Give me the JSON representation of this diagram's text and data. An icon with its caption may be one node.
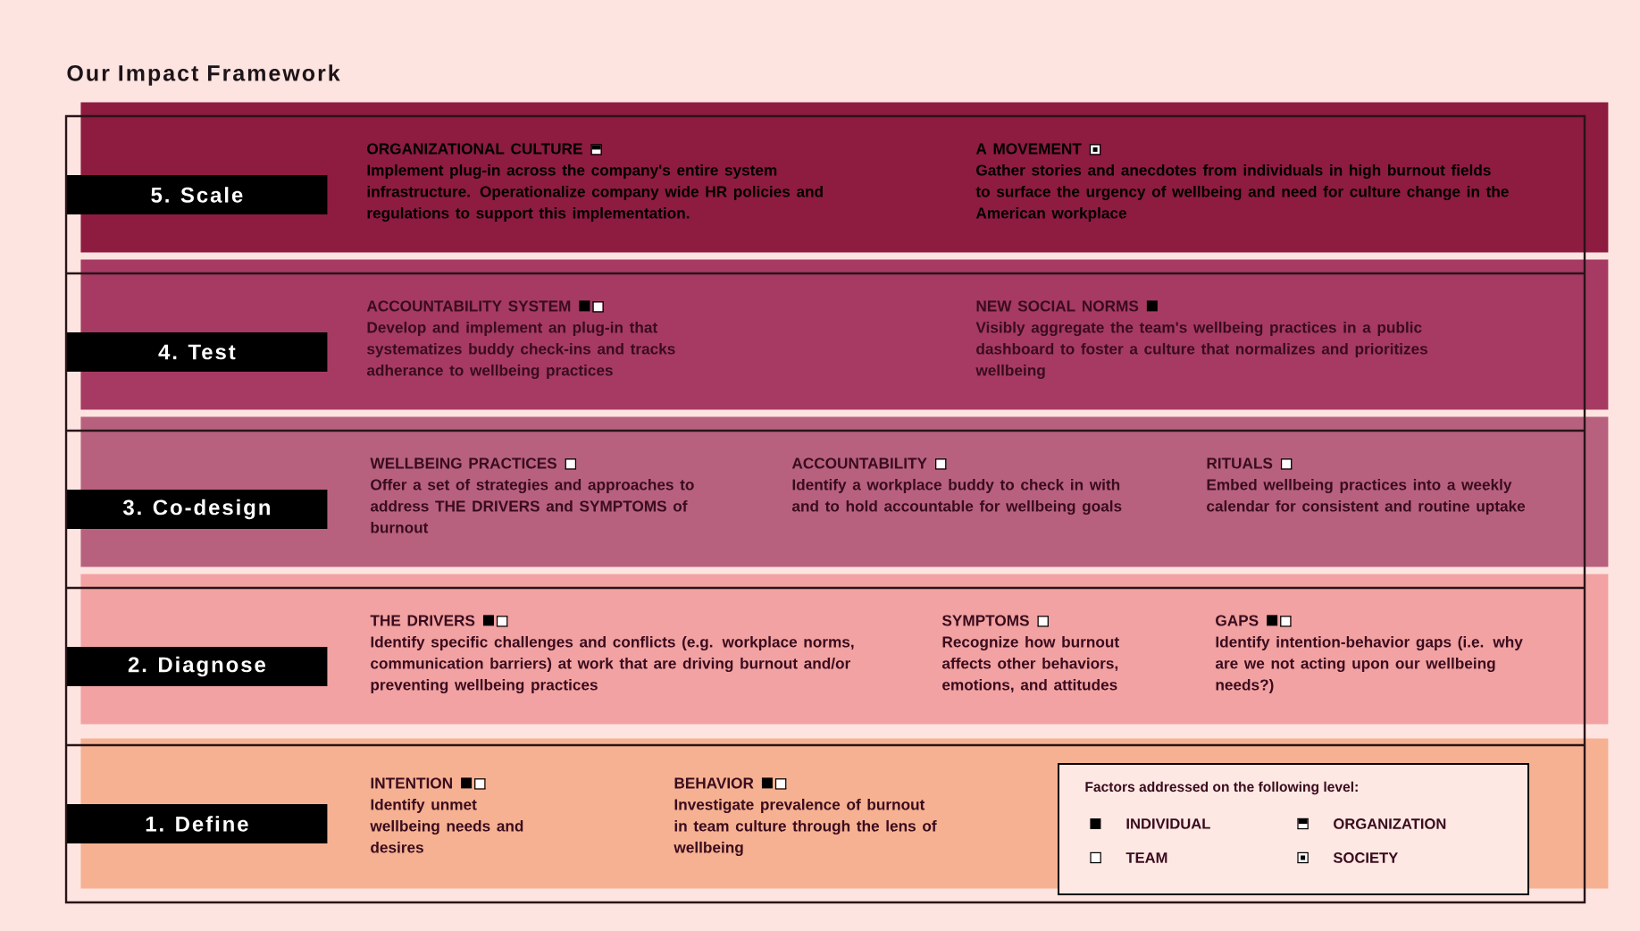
{
  "diagram": {
    "title": "Our Impact Framework",
    "nodes": [
      {
        "text": [
          "5. Scale"
        ]
      },
      {
        "text": [
          "ORGANIZATIONAL CULTURE",
          "Implement plug-in across the company's entire system infrastructure. Operationalize company wide HR policies and regulations to support this implementation."
        ],
        "in": 0
      },
      {
        "text": [
          "A MOVEMENT",
          "Gather stories and anecdotes from individuals in high burnout fields to surface the urgency of wellbeing and need for culture change in the American workplace"
        ],
        "in": 0
      },
      {
        "text": [
          "4. Test"
        ]
      },
      {
        "text": [
          "ACCOUNTABILITY SYSTEM",
          "Develop and implement an plug-in that systematizes buddy check-ins and tracks adherance to wellbeing practices"
        ],
        "in": 3
      },
      {
        "text": [
          "NEW SOCIAL NORMS",
          "Visibly aggregate the team's wellbeing practices in a public dashboard to foster a culture that normalizes and prioritizes wellbeing"
        ],
        "in": 3
      },
      {
        "text": [
          "3. Co-design"
        ]
      },
      {
        "text": [
          "WELLBEING PRACTICES",
          "Offer a set of strategies and approaches to address THE DRIVERS and SYMPTOMS of burnout"
        ],
        "in": 6
      },
      {
        "text": [
          "ACCOUNTABILITY",
          "Identify a workplace buddy to check in with and to hold accountable for wellbeing goals"
        ],
        "in": 6
      },
      {
        "text": [
          "RITUALS",
          "Embed wellbeing practices into a weekly calendar for consistent and routine uptake"
        ],
        "in": 6
      },
      {
        "text": [
          "2. Diagnose"
        ]
      },
      {
        "text": [
          "THE DRIVERS",
          "Identify specific challenges and conflicts (e.g. workplace norms, communication barriers) at work that are driving burnout and/or preventing wellbeing practices"
        ],
        "in": 10
      },
      {
        "text": [
          "SYMPTOMS",
          "Recognize how burnout affects other behaviors, emotions, and attitudes"
        ],
        "in": 10
      },
      {
        "text": [
          "GAPS",
          "Identify intention-behavior gaps (i.e. why are we not acting upon our wellbeing needs?)"
        ],
        "in": 10
      },
      {
        "text": [
          "1. Define"
        ]
      },
      {
        "text": [
          "INTENTION",
          "Identify unmet wellbeing needs and desires"
        ],
        "in": 14
      },
      {
        "text": [
          "BEHAVIOR",
          "Investigate prevalence of burnout in team culture through the lens of wellbeing"
        ],
        "in": 14
      },
      {
        "text": [
          "Factors addressed on the following level:"
        ],
        "in": 14
      }
    ],
    "legend": [
      {
        "text": "INDIVIDUAL"
      },
      {
        "text": "ORGANIZATION"
      },
      {
        "text": "TEAM"
      },
      {
        "text": "SOCIETY"
      }
    ]
  }
}
